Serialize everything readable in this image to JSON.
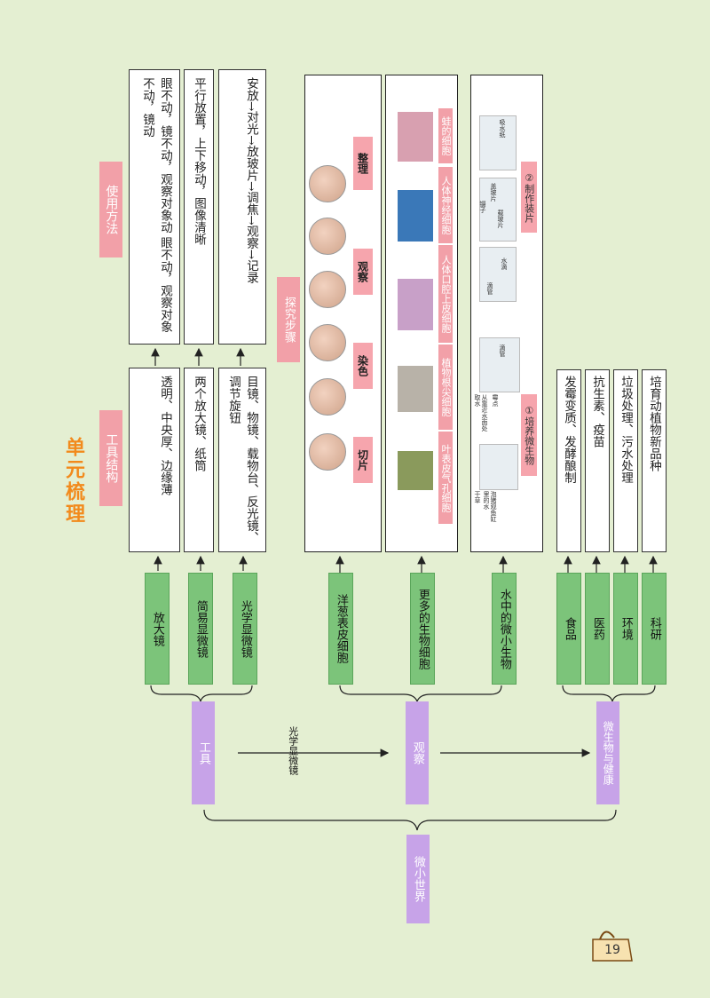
{
  "title": "单元梳理",
  "root": "微小世界",
  "branches": {
    "tool": "工具",
    "observe": "观察",
    "health": "微生物与健康",
    "arrow_label": "光学显微镜"
  },
  "tools": [
    "放大镜",
    "简易显微镜",
    "光学显微镜"
  ],
  "structure_header": "工具结构",
  "structures": [
    "透明、中央厚、边缘薄",
    "两个放大镜、纸筒",
    "目镜、物镜、载物台、反光镜、调节旋钮"
  ],
  "method_header": "使用方法",
  "methods": [
    "眼不动，镜不动，观察对象动 眼不动，观察对象不动，镜动",
    "平行放置，上下移动，图像清晰",
    "安放→对光→放玻片→调焦→观察→记录"
  ],
  "observe_items": [
    "洋葱表皮细胞",
    "更多的生物细胞",
    "水中的微小生物"
  ],
  "steps_header": "探究步骤",
  "steps": [
    "切片",
    "染色",
    "观察",
    "整理"
  ],
  "cells": [
    "叶表皮气孔细胞",
    "植物根尖细胞",
    "人体口腔上皮细胞",
    "人体神经细胞",
    "蛙的细胞"
  ],
  "culture": {
    "step1": "①培养微生物",
    "step2": "②制作装片",
    "labels": [
      "干草",
      "泡猪观鱼缸里的水",
      "从靠近水面处取水",
      "滴管",
      "霉点",
      "滴管",
      "水滴",
      "镊子",
      "盖玻片",
      "载玻片",
      "吸水纸"
    ]
  },
  "health_items": [
    "食品",
    "医药",
    "环境",
    "科研"
  ],
  "health_descs": [
    "发霉变质、发酵酿制",
    "抗生素、疫苗",
    "垃圾处理、污水处理",
    "培育动植物新品种"
  ],
  "page_number": "19"
}
